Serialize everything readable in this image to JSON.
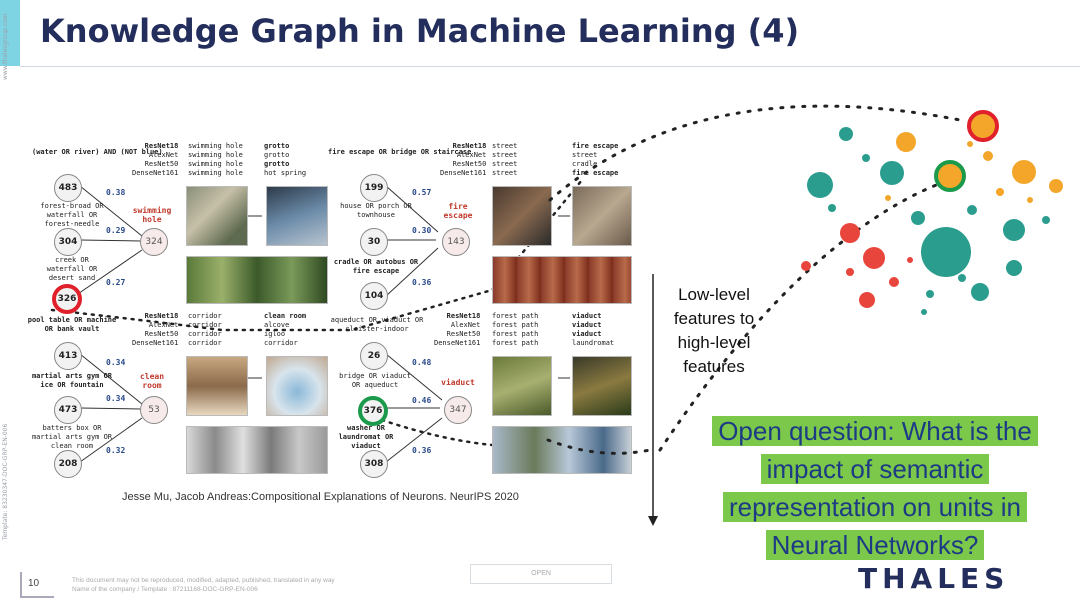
{
  "slide": {
    "title": "Knowledge Graph in Machine Learning (4)",
    "page_number": "10",
    "side_label_top": "www.thalesgroup.com",
    "side_label_bottom": "Template: 83230347-DOC-GRP-EN-006",
    "footer_line1": "This document may not be reproduced, modified, adapted, published, translated in any way",
    "footer_line2": "Name of the company / Template : 87211168-DOC-GRP-EN-006",
    "footer_box": "OPEN",
    "logo": "THALES",
    "citation": "Jesse Mu, Jacob Andreas:Compositional Explanations of Neurons. NeurIPS 2020",
    "arrow_label": "Low-level features to high-level features",
    "open_question_lines": [
      "Open question: What is the",
      "impact of semantic",
      "representation on units in",
      "Neural Networks?"
    ]
  },
  "figure": {
    "panels": [
      {
        "top_concept": "(water OR river) AND (NOT blue)",
        "units": [
          "483",
          "304",
          "326"
        ],
        "unit_concepts": [
          "forest-broad OR waterfall OR forest-needle",
          "creek OR waterfall OR desert sand"
        ],
        "weights": [
          "0.38",
          "0.29",
          "0.27"
        ],
        "target_unit": "324",
        "target_concept": "swimming hole",
        "model_names": [
          "ResNet18",
          "AlexNet",
          "ResNet50",
          "DenseNet161"
        ],
        "model_preds": [
          "swimming hole",
          "swimming hole",
          "swimming hole",
          "swimming hole"
        ],
        "model_preds_2": [
          "grotto",
          "grotto",
          "grotto",
          "hot spring"
        ]
      },
      {
        "top_concept": "fire escape OR bridge OR staircase",
        "units": [
          "199",
          "30",
          "104"
        ],
        "unit_concepts": [
          "house OR porch OR townhouse",
          "cradle OR autobus OR fire escape"
        ],
        "weights": [
          "0.57",
          "0.30",
          "0.36"
        ],
        "target_unit": "143",
        "target_concept": "fire escape",
        "model_names": [
          "ResNet18",
          "AlexNet",
          "ResNet50",
          "DenseNet161"
        ],
        "model_preds": [
          "street",
          "street",
          "street",
          "street"
        ],
        "model_preds_2": [
          "fire escape",
          "street",
          "cradle",
          "fire escape"
        ]
      },
      {
        "top_concept": "pool table OR machine OR bank vault",
        "units": [
          "413",
          "473",
          "208"
        ],
        "unit_concepts": [
          "martial arts gym OR ice OR fountain",
          "batters box OR martial arts gym OR clean room"
        ],
        "weights": [
          "0.34",
          "0.34",
          "0.32"
        ],
        "target_unit": "53",
        "target_concept": "clean room",
        "model_names": [
          "ResNet18",
          "AlexNet",
          "ResNet50",
          "DenseNet161"
        ],
        "model_preds": [
          "corridor",
          "corridor",
          "corridor",
          "corridor"
        ],
        "model_preds_2": [
          "clean room",
          "alcove",
          "igloo",
          "corridor"
        ]
      },
      {
        "top_concept": "aqueduct OR viaduct OR cloister-indoor",
        "units": [
          "26",
          "376",
          "308"
        ],
        "unit_concepts": [
          "bridge OR viaduct OR aqueduct",
          "washer OR laundromat OR viaduct"
        ],
        "weights": [
          "0.48",
          "0.46",
          "0.36"
        ],
        "target_unit": "347",
        "target_concept": "viaduct",
        "model_names": [
          "ResNet18",
          "AlexNet",
          "ResNet50",
          "DenseNet161"
        ],
        "model_preds": [
          "forest path",
          "forest path",
          "forest path",
          "forest path"
        ],
        "model_preds_2": [
          "viaduct",
          "viaduct",
          "viaduct",
          "laundromat"
        ]
      }
    ]
  },
  "colors": {
    "title": "#232e5c",
    "accent": "#7fd4e4",
    "highlight_green_bg": "#7cc84a",
    "highlight_text": "#1c3b84",
    "red_ring": "#e0202a",
    "green_ring": "#1a9a4a",
    "graph_teal": "#2a9d8f",
    "graph_red": "#e8463c",
    "graph_orange": "#f4a62a"
  },
  "icons": {
    "knowledge_graph": "knowledge-graph-icon"
  }
}
